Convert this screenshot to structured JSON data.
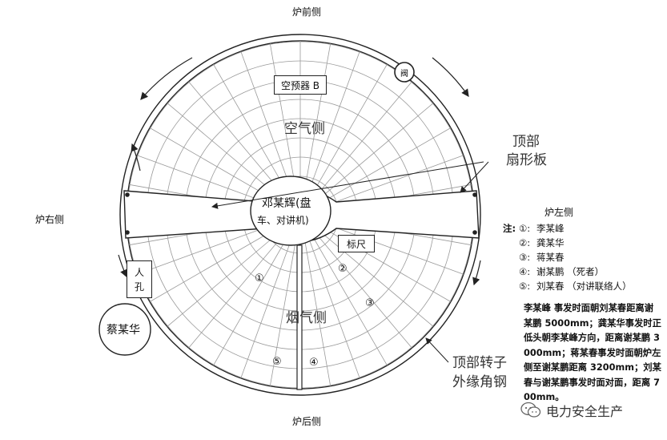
{
  "labels": {
    "front": "炉前侧",
    "back": "炉后侧",
    "right": "炉右侧",
    "left": "炉左侧",
    "air_side": "空气侧",
    "gas_side": "烟气侧",
    "top_sector_line1": "顶部",
    "top_sector_line2": "扇形板",
    "rotor_line1": "顶部转子",
    "rotor_line2": "外缘角钢",
    "preheater": "空预器 B",
    "ruler": "标尺",
    "center_line1": "邓某辉(盘",
    "center_line2": "车、对讲机)",
    "person_hole_top": "人",
    "person_hole_bottom": "孔",
    "cai": "蔡某华",
    "valve": "阀"
  },
  "markers": [
    "①",
    "②",
    "③",
    "④",
    "⑤"
  ],
  "notes": {
    "lead": "注:",
    "items": [
      {
        "num": "①:",
        "name": "李某峰"
      },
      {
        "num": "②:",
        "name": "龚某华"
      },
      {
        "num": "③:",
        "name": "蒋某春"
      },
      {
        "num": "④:",
        "name": "谢某鹏  （死者）"
      },
      {
        "num": "⑤:",
        "name": "刘某春  （对讲联络人）"
      }
    ],
    "description": "李某峰 事发时面朝刘某春距离谢某鹏 5000mm；龚某华事发时正低头朝李某峰方向，距离谢某鹏 3000mm；蒋某春事发时面朝炉左侧至谢某鹏距离 3200mm；刘某春与谢某鹏事发时面对面，距离 700mm。"
  },
  "watermark": "电力安全生产"
}
